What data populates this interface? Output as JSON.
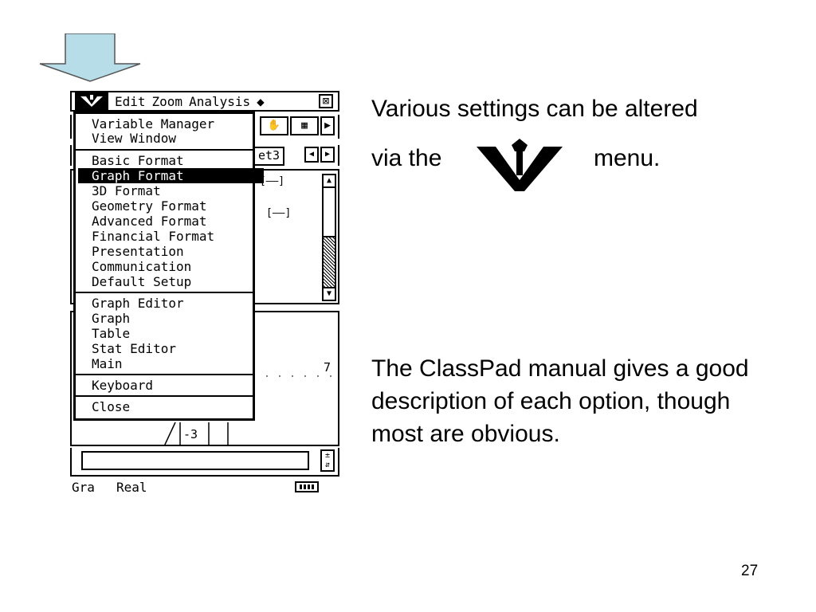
{
  "calculator": {
    "menubar": {
      "items": [
        "Edit",
        "Zoom",
        "Analysis",
        "◆"
      ],
      "close_glyph": "⊠"
    },
    "sheet_tab": "et3",
    "range_markers": [
      "▸[——]",
      "[——]"
    ],
    "graph_labels": {
      "x_tick": "7",
      "y_tick": "-3"
    },
    "status": {
      "mode": "Gra",
      "number_format": "Real"
    }
  },
  "dropdown": {
    "group1": [
      "Variable Manager",
      "View Window"
    ],
    "group2": [
      "Basic Format",
      "Graph Format",
      "3D Format",
      "Geometry Format",
      "Advanced Format",
      "Financial Format",
      "Presentation",
      "Communication",
      "Default Setup"
    ],
    "selected": "Graph Format",
    "group3": [
      "Graph Editor",
      "Graph",
      "Table",
      "Stat Editor",
      "Main"
    ],
    "group4": [
      "Keyboard"
    ],
    "group5": [
      "Close"
    ]
  },
  "text": {
    "line1": "Various settings can be altered",
    "line2_prefix": "via the",
    "line2_suffix": "menu.",
    "description": "The ClassPad manual gives a good description of each option, though most are obvious."
  },
  "page_number": "27",
  "icons": {
    "down_arrow": "down-arrow-icon",
    "menu_logo": "classpad-menu-icon"
  },
  "colors": {
    "arrow_fill": "#b7dde8",
    "arrow_stroke": "#555555"
  }
}
